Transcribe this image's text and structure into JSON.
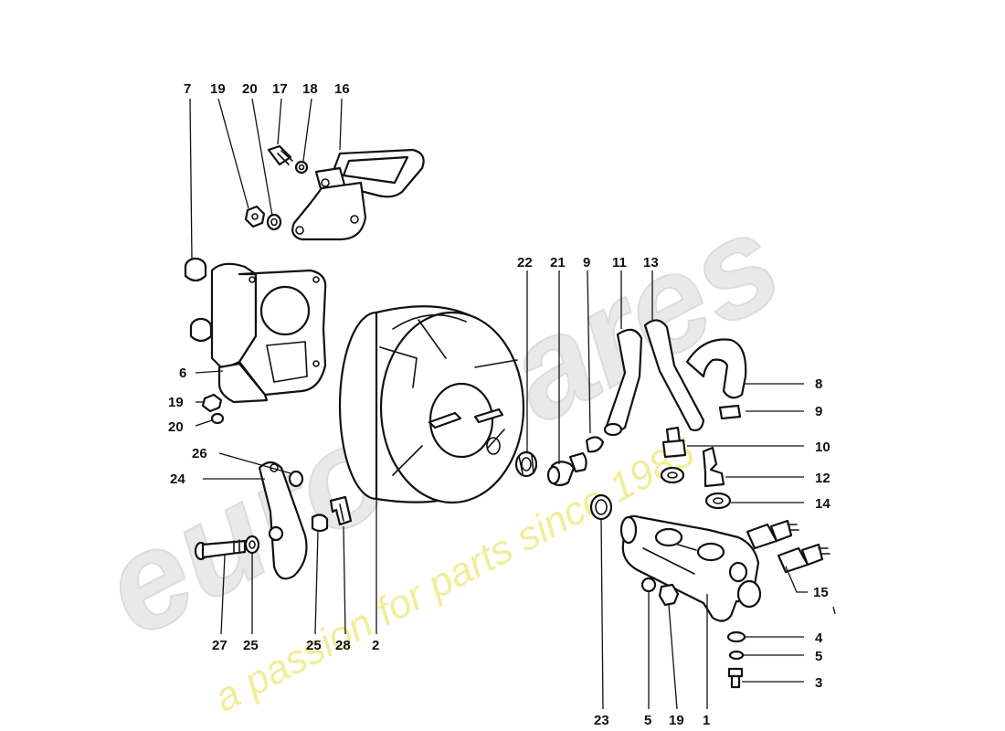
{
  "watermark": {
    "brand": "eurospares",
    "tagline": "a passion for parts since 1985",
    "brand_color": "#e6e6e6",
    "tagline_color": "#eeea8a"
  },
  "callouts": {
    "top_7": "7",
    "top_19": "19",
    "top_20": "20",
    "top_17": "17",
    "top_18": "18",
    "top_16": "16",
    "mid_22": "22",
    "mid_21": "21",
    "mid_9": "9",
    "mid_11": "11",
    "mid_13": "13",
    "left_6": "6",
    "left_19": "19",
    "left_20": "20",
    "left_26": "26",
    "left_24": "24",
    "right_8": "8",
    "right_9": "9",
    "right_10": "10",
    "right_12": "12",
    "right_14": "14",
    "right_15": "15",
    "right_4": "4",
    "right_5": "5",
    "right_3": "3",
    "bot_27": "27",
    "bot_25a": "25",
    "bot_25b": "25",
    "bot_28": "28",
    "bot_2": "2",
    "bot_23": "23",
    "bot_5": "5",
    "bot_19": "19",
    "bot_1": "1"
  }
}
